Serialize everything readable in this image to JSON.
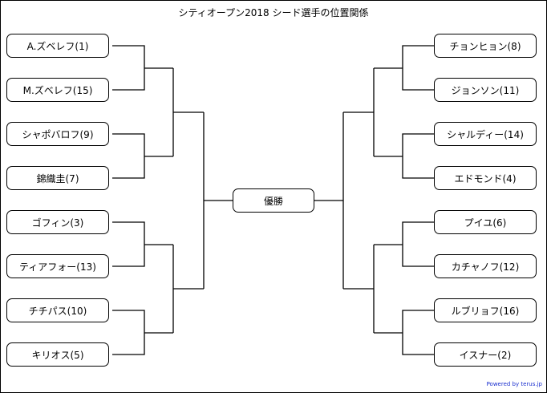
{
  "title": "シティオープン2018 シード選手の位置関係",
  "final_label": "優勝",
  "left_players": [
    "A.ズベレフ(1)",
    "M.ズベレフ(15)",
    "シャポバロフ(9)",
    "錦織圭(7)",
    "ゴフィン(3)",
    "ティアフォー(13)",
    "チチパス(10)",
    "キリオス(5)"
  ],
  "right_players": [
    "チョンヒョン(8)",
    "ジョンソン(11)",
    "シャルディー(14)",
    "エドモンド(4)",
    "プイユ(6)",
    "カチャノフ(12)",
    "ルブリョフ(16)",
    "イスナー(2)"
  ],
  "credit": "Powered by terus.jp",
  "colors": {
    "line": "#000000",
    "credit": "#1a2fcf",
    "background": "#ffffff"
  }
}
